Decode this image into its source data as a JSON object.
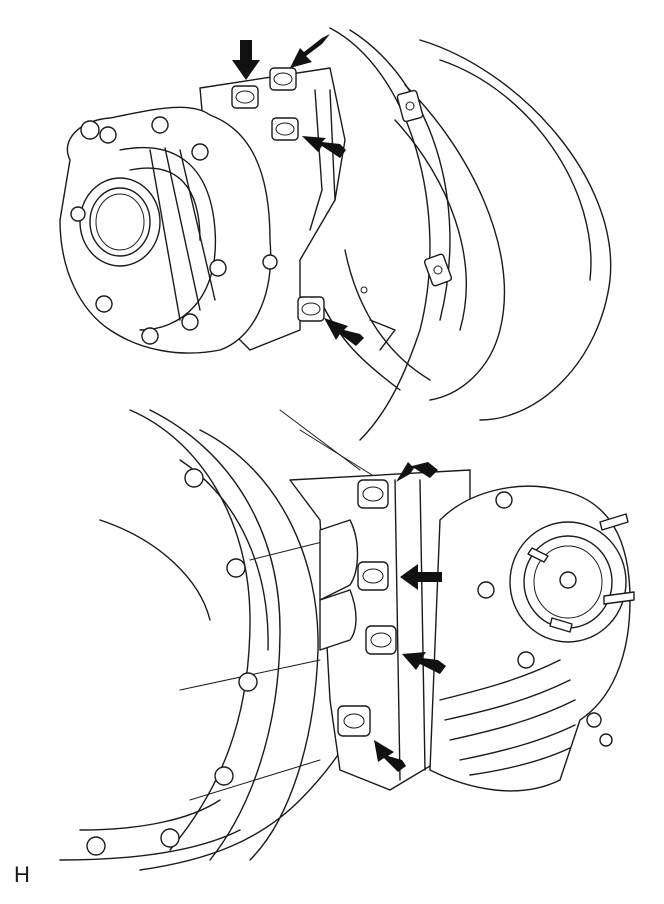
{
  "figure": {
    "label": "H",
    "title": ""
  },
  "colors": {
    "line": "#1a1a1a",
    "arrow": "#111111",
    "background": "#ffffff"
  },
  "callouts": {
    "top_view_arrow_count": 4,
    "bottom_view_arrow_count": 4
  }
}
